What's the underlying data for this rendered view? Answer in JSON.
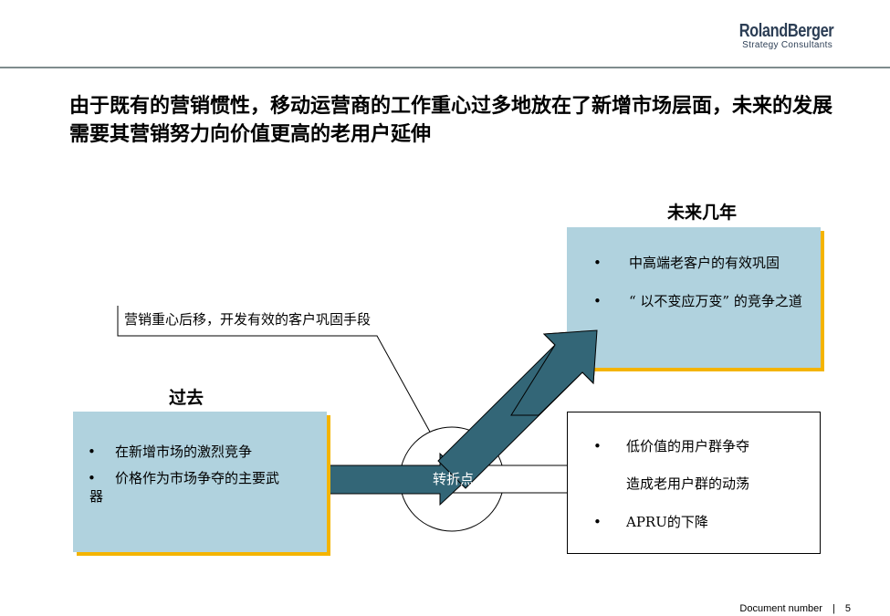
{
  "header": {
    "logo_main": "RolandBerger",
    "logo_sub": "Strategy Consultants"
  },
  "headline": "由于既有的营销惯性，移动运营商的工作重心过多地放在了新增市场层面，未来的发展需要其营销努力向价值更高的老用户延伸",
  "callout": {
    "text": "营销重心后移，开发有效的客户巩固手段"
  },
  "past": {
    "title": "过去",
    "items": [
      "在新增市场的激烈竞争",
      "价格作为市场争夺的主要武器"
    ]
  },
  "future": {
    "title": "未来几年",
    "items": [
      "中高端老客户的有效巩固",
      "“ 以不变应万变” 的竞争之道"
    ]
  },
  "turning_point": {
    "label": "转折点"
  },
  "outcome": {
    "items": [
      "低价值的用户群争夺",
      "造成老用户群的动荡",
      "APRU的下降"
    ]
  },
  "footer": {
    "doc_label": "Document number",
    "separator": "|",
    "page": "5"
  },
  "colors": {
    "arrow_fill": "#336677",
    "box_blue": "#b0d2de",
    "box_shadow": "#f4b400",
    "logo": "#2c3e55"
  }
}
